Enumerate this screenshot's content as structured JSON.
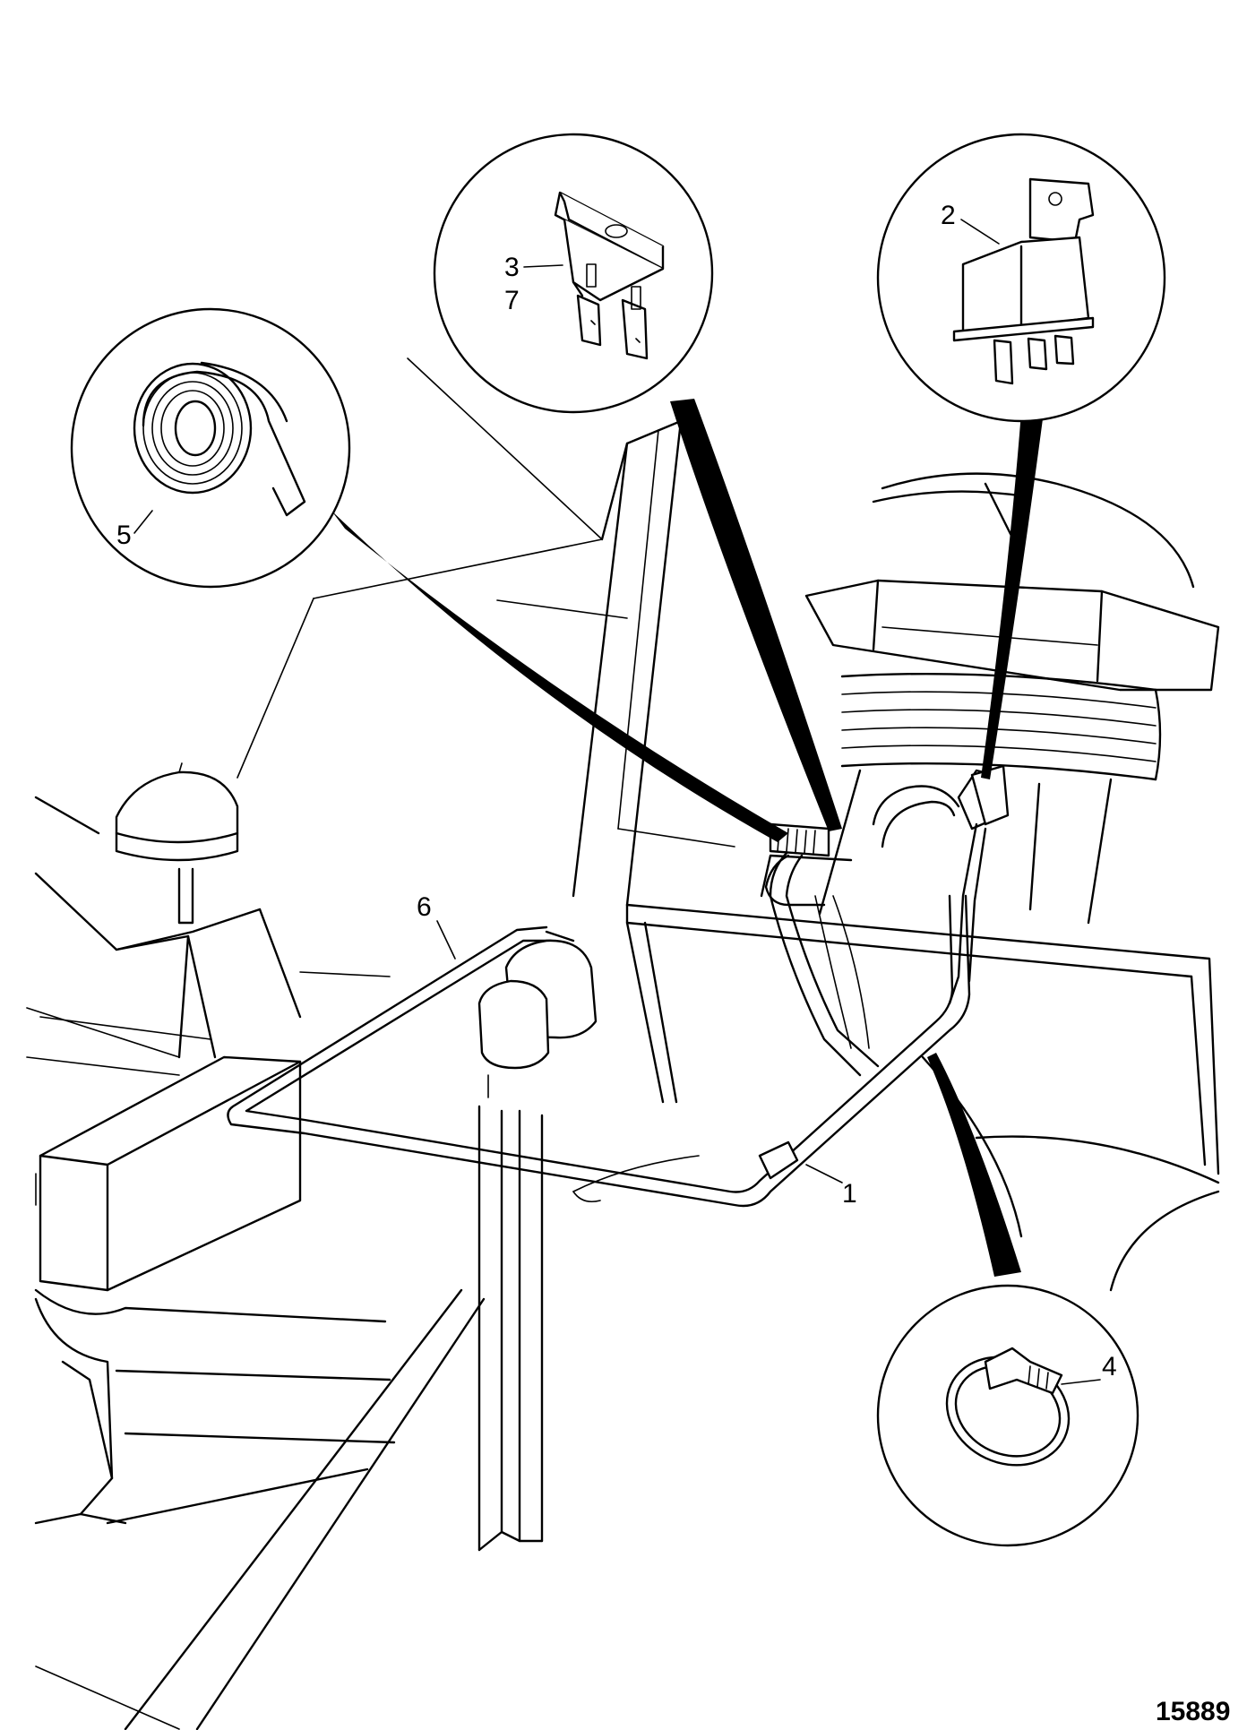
{
  "figure_number": "15889",
  "callouts": [
    {
      "id": "1",
      "label": "1"
    },
    {
      "id": "2",
      "label": "2"
    },
    {
      "id": "3",
      "label": "3"
    },
    {
      "id": "4",
      "label": "4"
    },
    {
      "id": "5",
      "label": "5"
    },
    {
      "id": "6",
      "label": "6"
    },
    {
      "id": "7",
      "label": "7"
    }
  ],
  "line_color": "#000000",
  "background_color": "#ffffff"
}
